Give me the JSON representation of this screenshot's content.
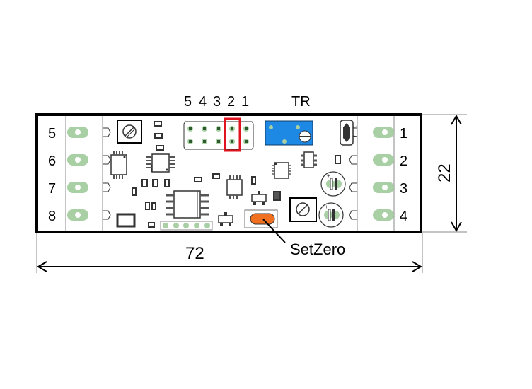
{
  "diagram": {
    "title": "PCB board layout",
    "dimensions": {
      "width_label": "72",
      "height_label": "22"
    },
    "left_terminals": [
      "5",
      "6",
      "7",
      "8"
    ],
    "right_terminals": [
      "1",
      "2",
      "3",
      "4"
    ],
    "jumper": {
      "labels": [
        "5",
        "4",
        "3",
        "2",
        "1"
      ],
      "selected": "2",
      "highlight_color": "#e0141e"
    },
    "trimmer": {
      "label": "TR",
      "color": "#1e88e5"
    },
    "button": {
      "label": "SetZero",
      "color": "#f07020"
    },
    "colors": {
      "pad": "#a8d0a4",
      "outline": "#000000"
    }
  }
}
